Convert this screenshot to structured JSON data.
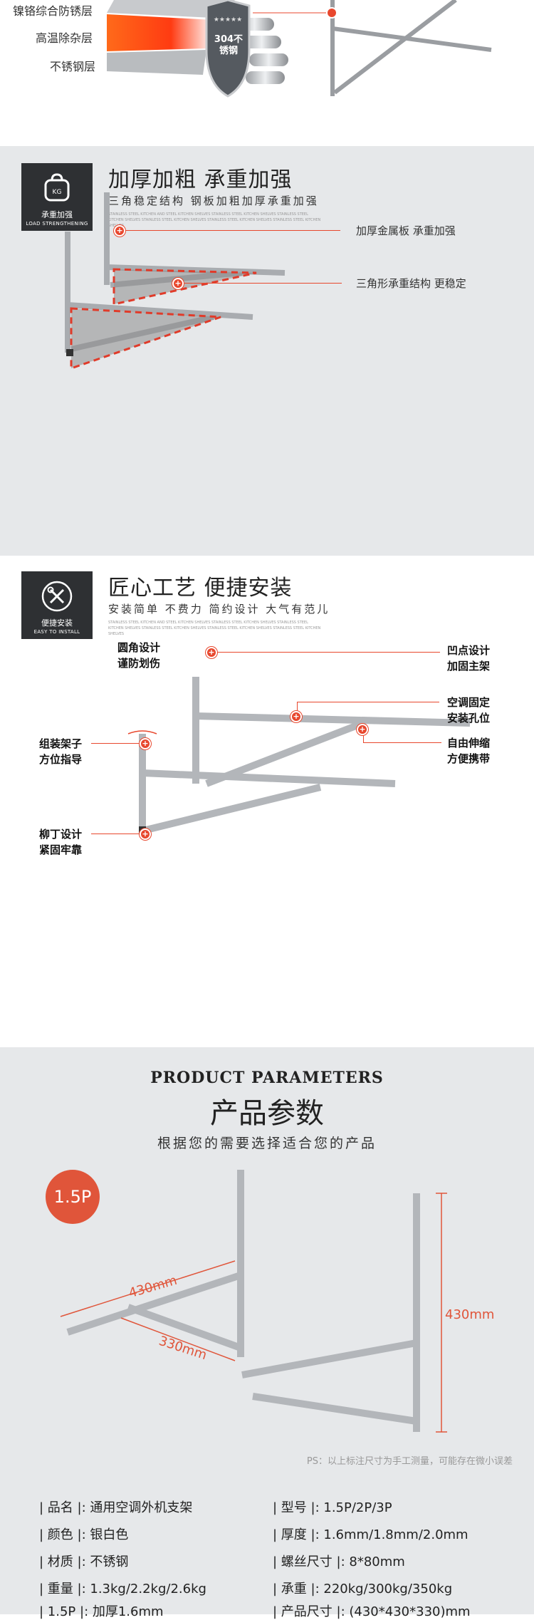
{
  "layers": [
    "镍铬综合防锈层",
    "高温除杂层",
    "不锈钢层"
  ],
  "shield_text": "304不锈钢",
  "section_load": {
    "badge_title": "承重加强",
    "badge_en": "LOAD STRENGTHENING",
    "badge_icon_text": "KG",
    "title": "加厚加粗 承重加强",
    "subtitle": "三角稳定结构 钢板加粗加厚承重加强",
    "fine_print": "STAINLESS STEEL KITCHEN AND STEEL KITCHEN SHELVES STAINLESS STEEL KITCHEN SHELVES STAINLESS STEEL KITCHEN SHELVES STAINLESS STEEL KITCHEN SHELVES STAINLESS STEEL KITCHEN SHELVES STAINLESS STEEL KITCHEN SHELVES",
    "callout_1": "加厚金属板 承重加强",
    "callout_2": "三角形承重结构 更稳定"
  },
  "section_install": {
    "badge_title": "便捷安装",
    "badge_en": "EASY TO INSTALL",
    "title": "匠心工艺 便捷安装",
    "subtitle": "安装简单 不费力 简约设计 大气有范儿",
    "fine_print": "STAINLESS STEEL KITCHEN AND STEEL KITCHEN SHELVES STAINLESS STEEL KITCHEN SHELVES STAINLESS STEEL KITCHEN SHELVES STAINLESS STEEL KITCHEN SHELVES STAINLESS STEEL KITCHEN SHELVES STAINLESS STEEL KITCHEN SHELVES",
    "callouts": {
      "round": [
        "圆角设计",
        "谨防划伤"
      ],
      "dent": [
        "凹点设计",
        "加固主架"
      ],
      "ac_hole": [
        "空调固定",
        "安装孔位"
      ],
      "telescope": [
        "自由伸缩",
        "方便携带"
      ],
      "assembly": [
        "组装架子",
        "方位指导"
      ],
      "rivet": [
        "柳丁设计",
        "紧固牢靠"
      ]
    }
  },
  "params": {
    "title_en": "PRODUCT PARAMETERS",
    "title_cn": "产品参数",
    "subtitle": "根据您的需要选择适合您的产品",
    "size_badge": "1.5P",
    "dim_430_a": "430mm",
    "dim_330": "330mm",
    "dim_430_b": "430mm",
    "ps_note": "PS：以上标注尺寸为手工测量，可能存在微小误差",
    "specs": [
      {
        "key": "品名",
        "value": "通用空调外机支架"
      },
      {
        "key": "型号",
        "value": "1.5P/2P/3P"
      },
      {
        "key": "颜色",
        "value": "银白色"
      },
      {
        "key": "厚度",
        "value": "1.6mm/1.8mm/2.0mm"
      },
      {
        "key": "材质",
        "value": "不锈钢"
      },
      {
        "key": "螺丝尺寸",
        "value": "8*80mm"
      },
      {
        "key": "重量",
        "value": "1.3kg/2.2kg/2.6kg"
      },
      {
        "key": "承重",
        "value": "220kg/300kg/350kg"
      },
      {
        "key": "1.5P",
        "value": "加厚1.6mm"
      },
      {
        "key": "产品尺寸",
        "value": "(430*430*330)mm"
      }
    ]
  },
  "colors": {
    "accent": "#e8472d",
    "badge_bg": "#2e3033",
    "section_bg": "#e6e8ea"
  }
}
